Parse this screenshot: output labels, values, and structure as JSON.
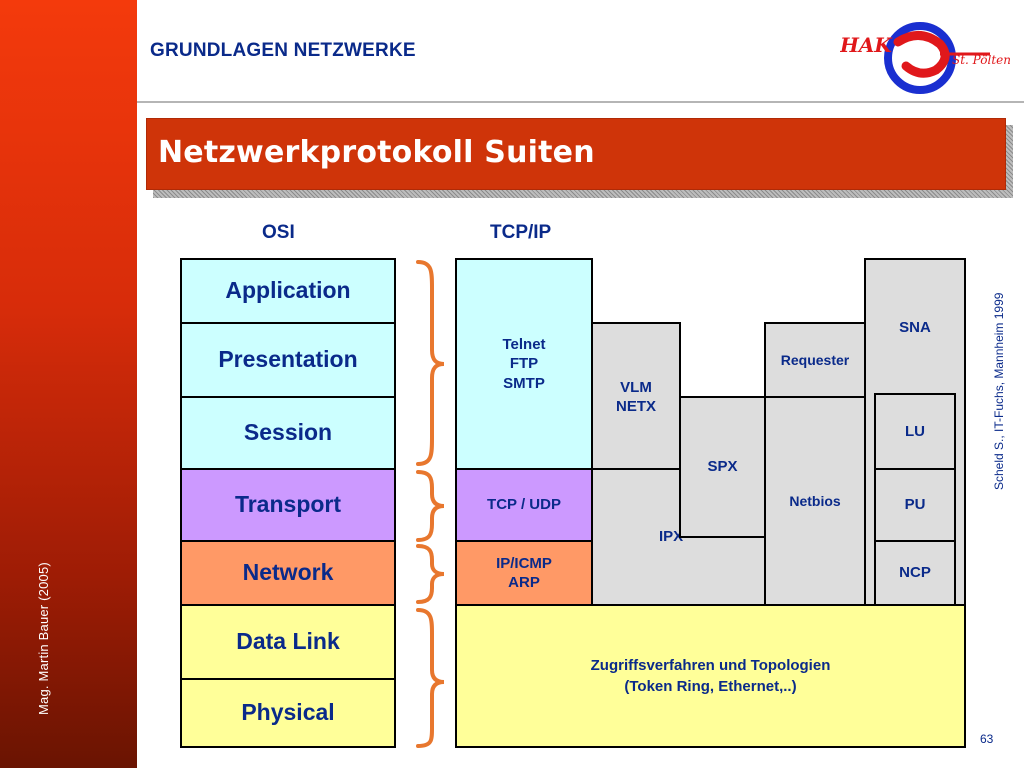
{
  "header": {
    "section_title": "GRUNDLAGEN NETZWERKE",
    "logo_text_left": "HAK",
    "logo_text_right": "St. Pölten"
  },
  "slide": {
    "title": "Netzwerkprotokoll Suiten"
  },
  "osi": {
    "heading": "OSI",
    "layers": [
      "Application",
      "Presentation",
      "Session",
      "Transport",
      "Network",
      "Data Link",
      "Physical"
    ]
  },
  "tcpip": {
    "heading": "TCP/IP",
    "application": "Telnet\nFTP\nSMTP",
    "transport": "TCP / UDP",
    "network": "IP/ICMP\nARP",
    "access": "Zugriffsverfahren und Topologien\n(Token Ring, Ethernet,..)"
  },
  "novell": {
    "vlm": "VLM\nNETX",
    "spx": "SPX",
    "ipx": "IPX"
  },
  "netbios": {
    "requester": "Requester",
    "netbios": "Netbios"
  },
  "sna": {
    "sna": "SNA",
    "lu": "LU",
    "pu": "PU",
    "ncp": "NCP"
  },
  "footer": {
    "author": "Mag. Martin Bauer (2005)",
    "credit": "Scheld S., IT-Fuchs, Mannheim 1999",
    "page_number": "63"
  },
  "colors": {
    "title_text": "#0a2a8a",
    "banner": "#cf3409",
    "application_layers": "#ccffff",
    "transport_layer": "#cc99ff",
    "network_layer": "#ff9966",
    "access_layers": "#ffff99",
    "other_suites": "#dddddd",
    "brackets": "#e8772e"
  }
}
